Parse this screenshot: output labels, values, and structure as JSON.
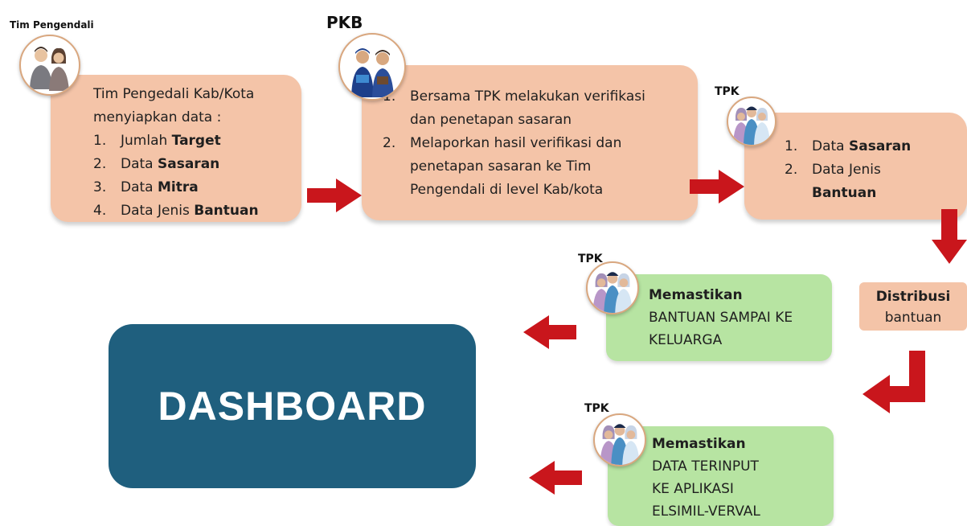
{
  "roles": {
    "tim_pengendali": "Tim Pengendali",
    "pkb": "PKB",
    "tpk_1": "TPK",
    "tpk_2": "TPK",
    "tpk_3": "TPK"
  },
  "box1": {
    "intro_line1": "Tim Pengedali Kab/Kota",
    "intro_line2": "menyiapkan data :",
    "items": [
      {
        "num": "1.",
        "text": "Jumlah ",
        "bold": "Target"
      },
      {
        "num": "2.",
        "text": "Data ",
        "bold": "Sasaran"
      },
      {
        "num": "3.",
        "text": "Data ",
        "bold": "Mitra"
      },
      {
        "num": "4.",
        "text": "Data Jenis ",
        "bold": "Bantuan"
      }
    ]
  },
  "box2": {
    "items": [
      {
        "num": "1.",
        "line1": "Bersama TPK melakukan verifikasi",
        "line2": "dan penetapan sasaran"
      },
      {
        "num": "2.",
        "line1": "Melaporkan hasil verifikasi dan",
        "line2": "penetapan sasaran ke Tim",
        "line3": "Pengendali di level Kab/kota"
      }
    ]
  },
  "box3": {
    "items": [
      {
        "num": "1.",
        "text": "Data ",
        "bold": "Sasaran"
      },
      {
        "num": "2.",
        "text": "Data Jenis",
        "bold": "Bantuan"
      }
    ]
  },
  "distribusi": {
    "title": "Distribusi",
    "sub": "bantuan"
  },
  "green1": {
    "title": "Memastikan",
    "line1": "BANTUAN SAMPAI KE",
    "line2": "KELUARGA"
  },
  "green2": {
    "title": "Memastikan",
    "line1": "DATA TERINPUT",
    "line2": "KE APLIKASI",
    "line3": "ELSIMIL-VERVAL"
  },
  "dashboard": {
    "label": "DASHBOARD"
  },
  "colors": {
    "arrow": "#c9161c",
    "peach": "#f4c4a8",
    "green": "#b7e4a2",
    "dashboard": "#1f5f7e"
  }
}
